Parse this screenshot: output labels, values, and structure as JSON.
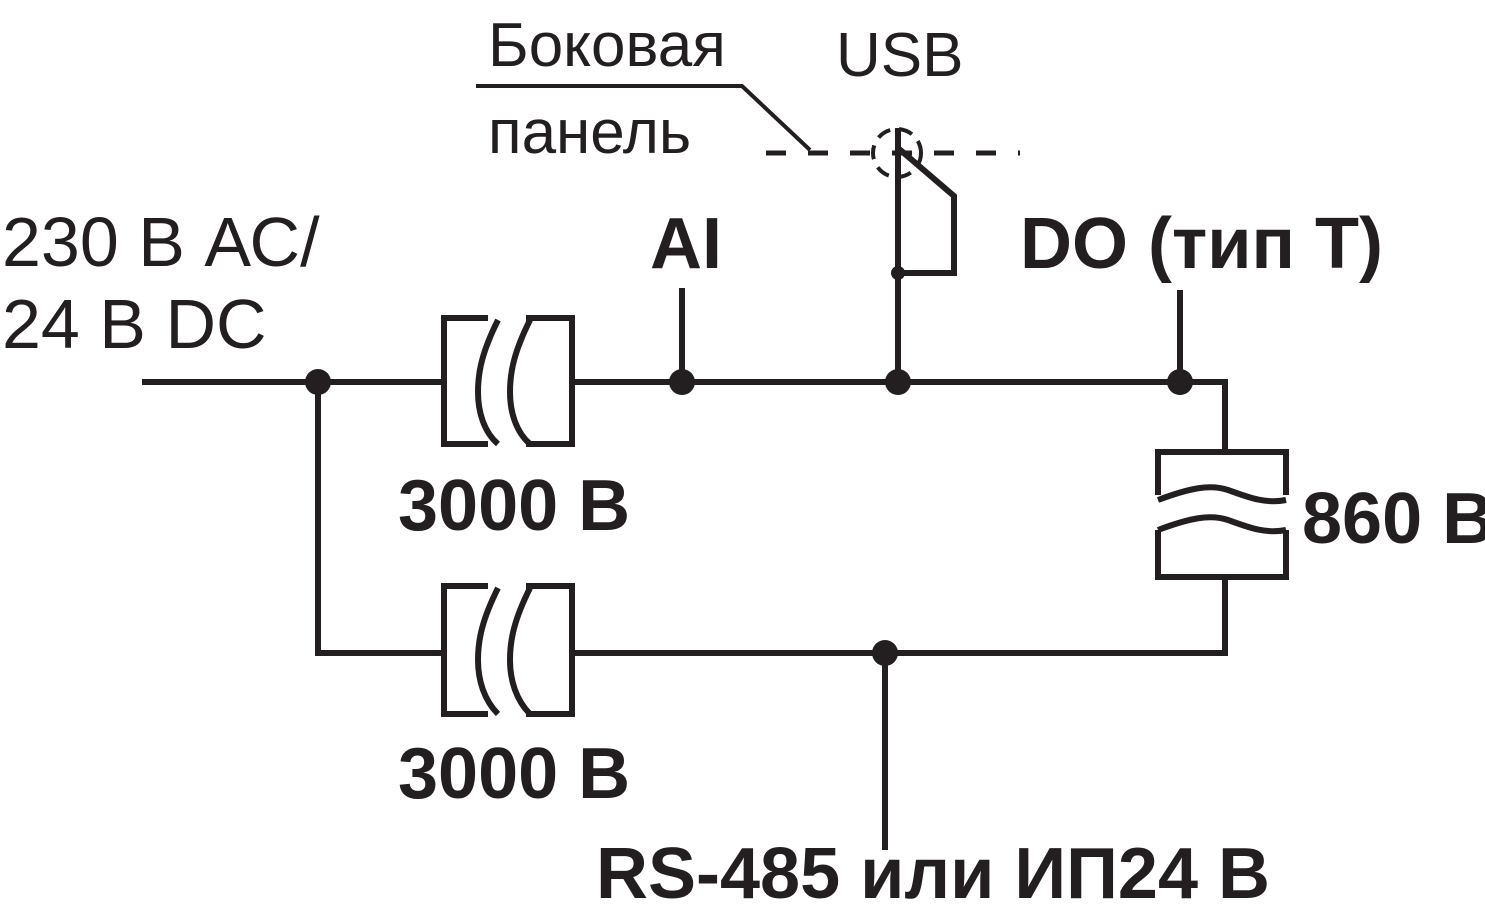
{
  "labels": {
    "power_line1": "230 В АС/",
    "power_line2": "24 В DC",
    "side_panel_line1": "Боковая",
    "side_panel_line2": "панель",
    "usb": "USB",
    "ai": "AI",
    "do": "DO (тип Т)",
    "isolation_top": "3000 В",
    "isolation_bottom": "3000 В",
    "isolation_right": "860 В",
    "rs485": "RS-485 или ИП24 В"
  },
  "colors": {
    "line": "#231f20",
    "background": "#ffffff"
  }
}
